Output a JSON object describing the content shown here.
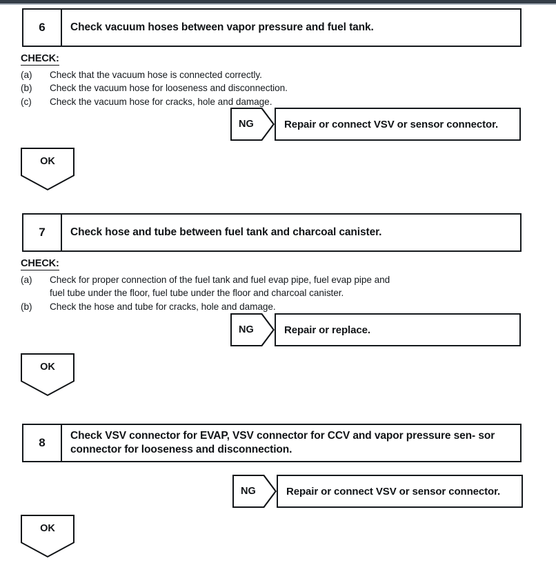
{
  "document": {
    "type": "troubleshooting-flowchart",
    "check_label": "CHECK:",
    "ng_label": "NG",
    "ok_label": "OK"
  },
  "steps": [
    {
      "number": "6",
      "title": "Check vacuum hoses between vapor pressure and fuel tank.",
      "title_line2": "",
      "check_label": "CHECK:",
      "items": [
        {
          "marker": "(a)",
          "line1": "Check that the vacuum hose is connected correctly.",
          "line2": ""
        },
        {
          "marker": "(b)",
          "line1": "Check the vacuum hose for looseness and disconnection.",
          "line2": ""
        },
        {
          "marker": "(c)",
          "line1": "Check the vacuum hose for cracks, hole and damage.",
          "line2": ""
        }
      ],
      "ng": {
        "label": "NG",
        "action": "Repair or connect VSV or sensor connector."
      },
      "ok": {
        "label": "OK"
      }
    },
    {
      "number": "7",
      "title": "Check hose and tube between fuel tank and charcoal canister.",
      "title_line2": "",
      "check_label": "CHECK:",
      "items": [
        {
          "marker": "(a)",
          "line1": "Check for proper connection of the fuel tank and fuel evap pipe, fuel evap pipe and",
          "line2": "fuel tube under the floor, fuel tube under the floor and charcoal canister."
        },
        {
          "marker": "(b)",
          "line1": "Check the hose and tube for cracks, hole and damage.",
          "line2": ""
        }
      ],
      "ng": {
        "label": "NG",
        "action": "Repair or replace."
      },
      "ok": {
        "label": "OK"
      }
    },
    {
      "number": "8",
      "title": "Check VSV connector for EVAP, VSV connector for CCV and vapor pressure sen-",
      "title_line2": "sor connector for looseness and disconnection.",
      "check_label": "",
      "items": [],
      "ng": {
        "label": "NG",
        "action": "Repair or connect VSV or sensor connector."
      },
      "ok": {
        "label": "OK"
      }
    }
  ],
  "colors": {
    "ink": "#101316",
    "border": "#14181c",
    "paper": "#ffffff",
    "scan_strip": "#343d47"
  }
}
